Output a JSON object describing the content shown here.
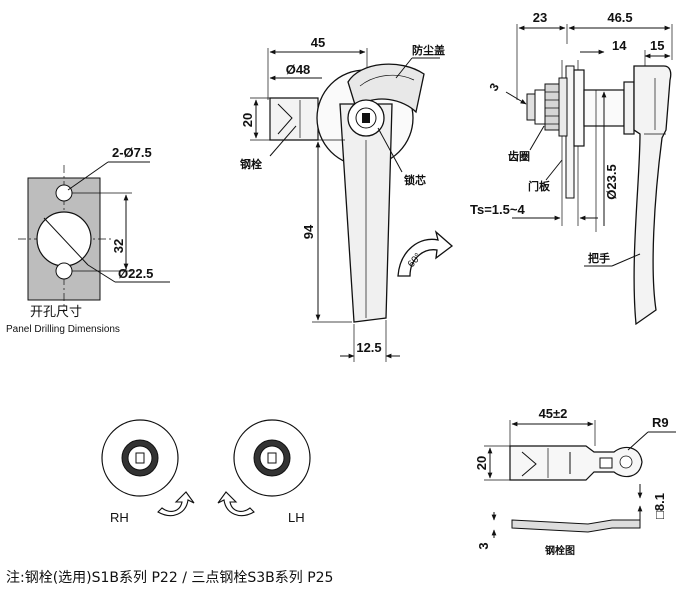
{
  "panel": {
    "hole_label": "2-Ø7.5",
    "pitch_label": "32",
    "bore_label": "Ø22.5",
    "title_cn": "开孔尺寸",
    "title_en": "Panel Drilling Dimensions"
  },
  "front_view": {
    "width_label": "45",
    "dia_label": "Ø48",
    "rod_height_label": "20",
    "length_label": "94",
    "handle_width_label": "12.5",
    "dust_cover_label": "防尘盖",
    "rod_label": "钢栓",
    "core_label": "锁芯",
    "rotation_label": "60°"
  },
  "side_view": {
    "top_left_label": "23",
    "top_right_label": "46.5",
    "inner_label": "14",
    "right_label": "15",
    "small_label": "3",
    "gear_label": "齿圈",
    "door_label": "门板",
    "shaft_dia_label": "Ø23.5",
    "thickness_label": "Ts=1.5~4",
    "handle_label": "把手"
  },
  "rotation_views": {
    "right_hand_label": "RH",
    "left_hand_label": "LH"
  },
  "rod_detail": {
    "length_label": "45±2",
    "radius_label": "R9",
    "height_label": "20",
    "square_label": "□8.1",
    "thickness_label": "3",
    "title": "钢栓图"
  },
  "footer_note": "注:钢栓(选用)S1B系列 P22 / 三点钢栓S3B系列 P25"
}
